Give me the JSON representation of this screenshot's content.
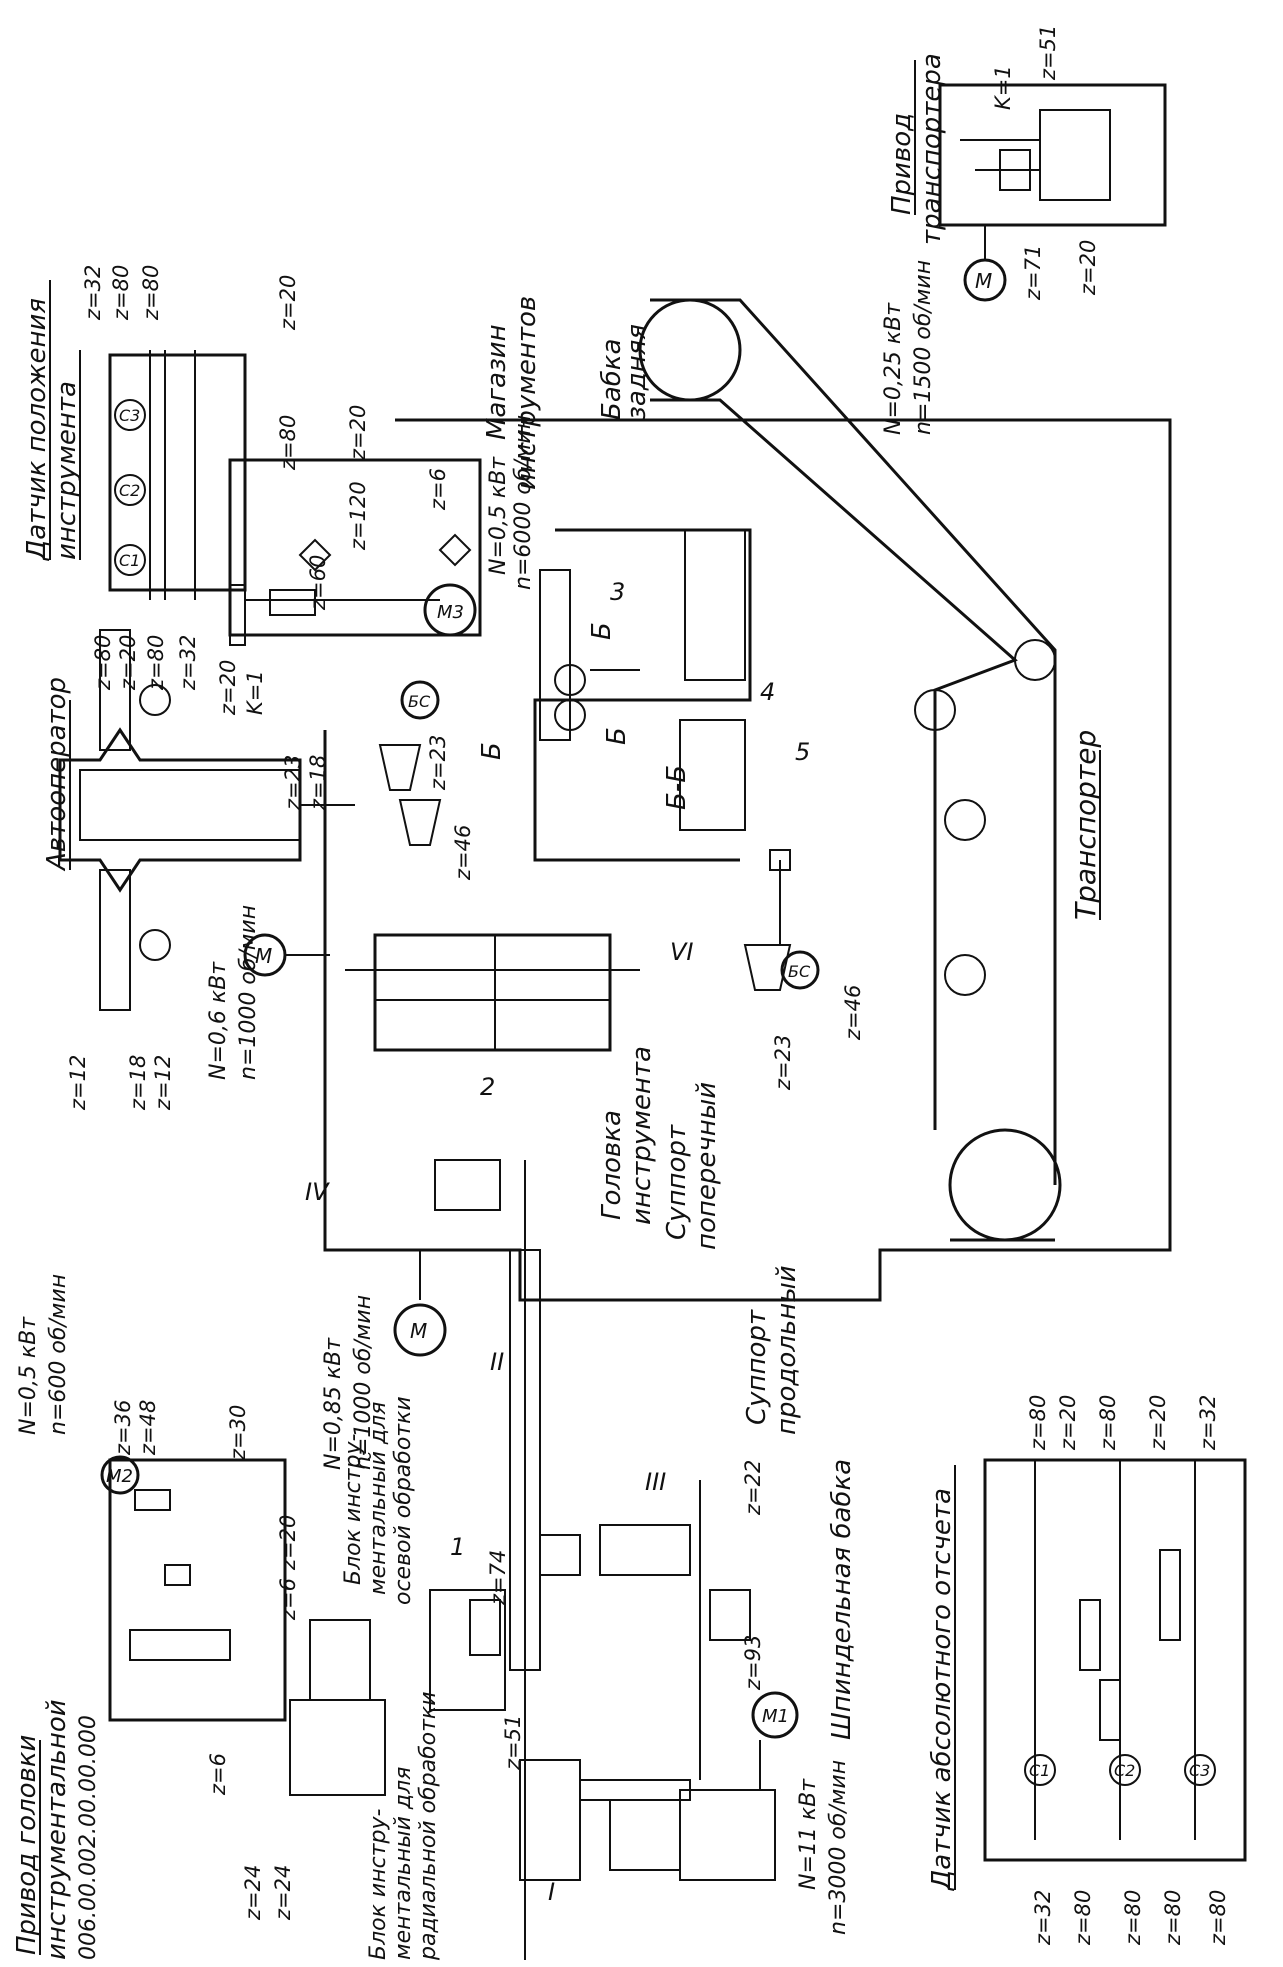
{
  "titles": {
    "avtooperator": "Автооператор",
    "transporter": "Транспортер",
    "transporter_drive_1": "Привод",
    "transporter_drive_2": "транспортера",
    "tool_magazine_1": "Магазин",
    "tool_magazine_2": "инструментов",
    "tailstock_1": "Бабка",
    "tailstock_2": "задняя",
    "position_sensor_1": "Датчик положения",
    "position_sensor_2": "инструмента",
    "head_drive_1": "Привод головки",
    "head_drive_2": "инструментальной",
    "head_drive_3": "006.00.002.00.00.000",
    "tool_head_1": "Головка",
    "tool_head_2": "инструмента",
    "cross_slide_1": "Суппорт",
    "cross_slide_2": "поперечный",
    "long_slide_1": "Суппорт",
    "long_slide_2": "продольный",
    "spindle_head": "Шпиндельная бабка",
    "abs_sensor": "Датчик абсолютного отсчета",
    "axial_block_1": "Блок инстру-",
    "axial_block_2": "ментальный для",
    "axial_block_3": "осевой обработки",
    "radial_block_1": "Блок инстру-",
    "radial_block_2": "ментальный для",
    "radial_block_3": "радиальной обработки",
    "section_bb": "Б-Б",
    "section_b": "Б"
  },
  "motors": {
    "transporter_drive": "N=0,25 кВт",
    "transporter_speed": "n=1500 об/мин",
    "magazine_drive": "N=0,5 кВт",
    "magazine_speed": "n=6000 об/мин",
    "autooperator_drive": "N=0,6 кВт",
    "autooperator_speed": "n=1000 об/мин",
    "cross_drive": "N=0,85 кВт",
    "cross_speed": "n=1000 об/мин",
    "head_drive": "N=0,5 кВт",
    "head_speed": "n=600 об/мин",
    "spindle_drive": "N=11 кВт",
    "spindle_speed": "n=3000 об/мин"
  },
  "motor_labels": {
    "m": "M",
    "m1": "M1",
    "m2": "M2",
    "m3": "M3",
    "bc": "БС",
    "c1": "C1",
    "c2": "C2",
    "c3": "C3"
  },
  "roman": [
    "I",
    "II",
    "III",
    "IV",
    "VI"
  ],
  "numbers": [
    "1",
    "2",
    "3",
    "4",
    "5"
  ],
  "gear_labels": {
    "z32": "z=32",
    "z80": "z=80",
    "z20": "z=20",
    "z120": "z=120",
    "z6": "z=6",
    "z60": "z=60",
    "k1": "K=1",
    "z23": "z=23",
    "z18": "z=18",
    "z46": "z=46",
    "z12": "z=12",
    "z51": "z=51",
    "z71": "z=71",
    "z74": "z=74",
    "z22": "z=22",
    "z93": "z=93",
    "z36": "z=36",
    "z48": "z=48",
    "z30": "z=30",
    "z24": "z=24"
  }
}
